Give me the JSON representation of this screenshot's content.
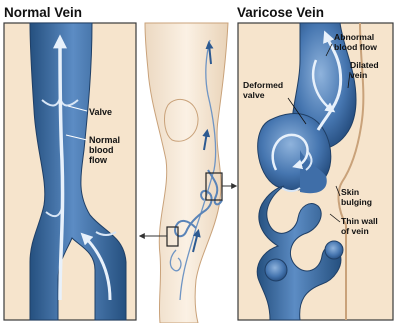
{
  "panels": {
    "normal": {
      "title": "Normal Vein",
      "labels": {
        "valve": "Valve",
        "flow_line1": "Normal",
        "flow_line2": "blood",
        "flow_line3": "flow"
      }
    },
    "varicose": {
      "title": "Varicose Vein",
      "labels": {
        "abnormal_line1": "Abnormal",
        "abnormal_line2": "blood flow",
        "dilated_line1": "Dilated",
        "dilated_line2": "vein",
        "deformed_line1": "Deformed",
        "deformed_line2": "valve",
        "skin_line1": "Skin",
        "skin_line2": "bulging",
        "thin_line1": "Thin wall",
        "thin_line2": "of vein"
      }
    }
  },
  "colors": {
    "skin": "#f6e4cc",
    "skin_edge": "#c9a27a",
    "vein": "#3f6ea8",
    "vein_dark": "#22497a",
    "vein_light": "#8fb3dc",
    "flow": "#e8f1fb",
    "frame": "#3a3a3a"
  }
}
